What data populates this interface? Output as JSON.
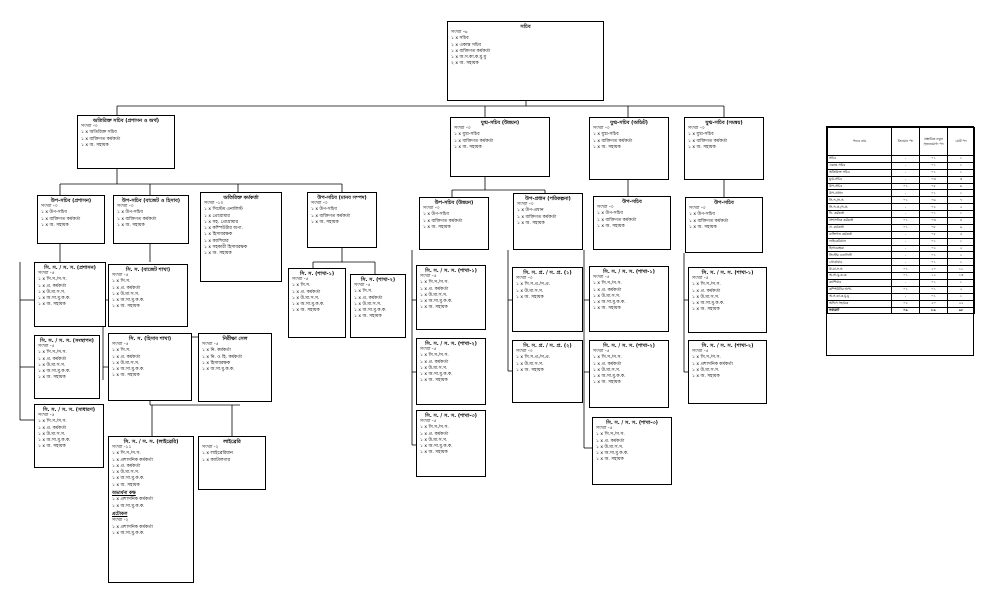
{
  "boxes": {
    "secretary": {
      "title": "সচিব",
      "lines": [
        "সংখ্যা -৬",
        "১ x সচিব",
        "১ x একান্ত সচিব",
        "১ x ব্যক্তিগত কর্মকর্তা",
        "১ x অ.স.কা.ক.মু.মু",
        "২ x অ. সহায়ক"
      ]
    },
    "addl_sec": {
      "title": "অতিরিক্ত সচিব (প্রশাসন ও অর্থ)",
      "lines": [
        "সংখ্যা -৩",
        "১ x অতিরিক্ত সচিব",
        "১ x ব্যক্তিগত কর্মকর্তা",
        "১ x অ. সহায়ক"
      ]
    },
    "js1": {
      "title": "যুগ্ম-সচিব (উন্নয়ন)",
      "lines": [
        "সংখ্যা -৩",
        "১ x যুগ্ম-সচিব",
        "১ x ব্যক্তিগত কর্মকর্তা",
        "১ x অ. সহায়ক"
      ]
    },
    "js2": {
      "title": "যুগ্ম-সচিব (অডিট)",
      "lines": [
        "সংখ্যা -৩",
        "১ x যুগ্ম-সচিব",
        "১ x ব্যক্তিগত কর্মকর্তা",
        "১ x অ. সহায়ক"
      ]
    },
    "js3": {
      "title": "যুগ্ম-সচিব (সমন্বয়)",
      "lines": [
        "সংখ্যা -৩",
        "১ x যুগ্ম-সচিব",
        "১ x ব্যক্তিগত কর্মকর্তা",
        "১ x অ. সহায়ক"
      ]
    },
    "ds_admin": {
      "title": "উপ-সচিব (প্রশাসন)",
      "lines": [
        "সংখ্যা -৩",
        "১ x উপ-সচিব",
        "১ x ব্যক্তিগত কর্মকর্তা",
        "১ x অ. সহায়ক"
      ]
    },
    "ds_budget": {
      "title": "উপ-সচিব (বাজেট ও হিসাব)",
      "lines": [
        "সংখ্যা -৩",
        "১ x উপ-সচিব",
        "১ x ব্যক্তিগত কর্মকর্তা",
        "১ x অ. সহায়ক"
      ]
    },
    "addl_officer": {
      "title": "অতিরিক্ত কর্মকর্তা",
      "lines": [
        "সংখ্যা -১০",
        "১ x সিস্টেম এনালিস্ট",
        "১ x প্রোগ্রামার",
        "১ x সহ. প্রোগ্রামার",
        "১ x কম্পিউটার অপা.",
        "১ x হিসাবরক্ষক",
        "১ x ক্যাশিয়ার",
        "১ x সহকারী হিসাবরক্ষক",
        "১ x অ. সহায়ক"
      ]
    },
    "ds_hr": {
      "title": "উপ-সচিব (মানব সম্পদ)",
      "lines": [
        "সংখ্যা -৩",
        "১ x উপ-সচিব",
        "১ x ব্যক্তিগত কর্মকর্তা",
        "১ x অ. সহায়ক"
      ]
    },
    "ds_dev1": {
      "title": "উপ-সচিব (উন্নয়ন)",
      "lines": [
        "সংখ্যা -৩",
        "১ x উপ-সচিব",
        "১ x ব্যক্তিগত কর্মকর্তা",
        "১ x অ. সহায়ক"
      ]
    },
    "ds_plan": {
      "title": "উপ-প্রধান (পরিকল্পনা)",
      "lines": [
        "সংখ্যা -৩",
        "১ x উপ-প্রধান",
        "১ x ব্যক্তিগত কর্মকর্তা",
        "১ x অ. সহায়ক"
      ]
    },
    "ds_audit": {
      "title": "উপ-সচিব",
      "lines": [
        "সংখ্যা -৩",
        "১ x উপ-সচিব",
        "১ x ব্যক্তিগত কর্মকর্তা",
        "১ x অ. সহায়ক"
      ]
    },
    "ds_coord": {
      "title": "উপ-সচিব",
      "lines": [
        "সংখ্যা -৩",
        "১ x উপ-সচিব",
        "১ x ব্যক্তিগত কর্মকর্তা",
        "১ x অ. সহায়ক"
      ]
    },
    "sa_admin": {
      "title": "সি. স. / স. স. (প্রশাসন)",
      "lines": [
        "সংখ্যা -৫",
        "১ x সি.স./স.স.",
        "১ x প্র. কর্মকর্তা",
        "১ x উ.মা.স.স.",
        "১ x অ.সা.মু.ক.ক.",
        "১ x অ. সহায়ক"
      ]
    },
    "sa_budget": {
      "title": "সি. স. (বাজেট শাখা)",
      "lines": [
        "সংখ্যা -৫",
        "১ x সি.স.",
        "১ x প্র. কর্মকর্তা",
        "১ x উ.মা.স.স.",
        "১ x অ.সা.মু.ক.ক.",
        "১ x অ. সহায়ক"
      ]
    },
    "sa_hr1": {
      "title": "সি. স. (শাখা-১)",
      "lines": [
        "সংখ্যা -৫",
        "১ x সি.স.",
        "১ x প্র. কর্মকর্তা",
        "১ x উ.মা.স.স.",
        "১ x অ.সা.মু.ক.ক.",
        "১ x অ. সহায়ক"
      ]
    },
    "sa_hr2": {
      "title": "সি. স. (শাখা-২)",
      "lines": [
        "সংখ্যা -৫",
        "১ x সি.স.",
        "১ x প্র. কর্মকর্তা",
        "১ x উ.মা.স.স.",
        "১ x অ.সা.মু.ক.ক.",
        "১ x অ. সহায়ক"
      ]
    },
    "sa_est": {
      "title": "সি. স. / স. স. (সংস্থাপন)",
      "lines": [
        "সংখ্যা -৫",
        "১ x সি.স./স.স.",
        "১ x প্র. কর্মকর্তা",
        "১ x উ.মা.স.স.",
        "১ x অ.সা.মু.ক.ক.",
        "১ x অ. সহায়ক"
      ]
    },
    "sa_acc": {
      "title": "সি. স. (হিসাব শাখা)",
      "lines": [
        "সংখ্যা -৫",
        "১ x সি.স.",
        "১ x প্র. কর্মকর্তা",
        "১ x উ.মা.স.স.",
        "১ x অ.সা.মু.ক.ক.",
        "১ x অ. সহায়ক"
      ]
    },
    "audit_cell": {
      "title": "নিরীক্ষা সেল",
      "lines": [
        "সংখ্যা -৫",
        "১ x নি. কর্মকর্তা",
        "১ x নি. ও হি. কর্মকর্তা",
        "১ x হিসাবরক্ষক",
        "১ x অ.সা.মু.ক.ক."
      ]
    },
    "sa_gen": {
      "title": "সি. স. / স. স. (সাধারণ)",
      "lines": [
        "সংখ্যা -৫",
        "১ x সি.স./স.স.",
        "১ x প্র. কর্মকর্তা",
        "১ x উ.মা.স.স.",
        "১ x অ.সা.মু.ক.ক.",
        "১ x অ. সহায়ক"
      ]
    },
    "sa_library": {
      "title": "সি. স. / স. স. (লাইব্রেরি)",
      "lines": [
        "সংখ্যা -১১",
        "১ x সি.স./স.স.",
        "১ x প্রশাসনিক কর্মকর্তা",
        "১ x প্র. কর্মকর্তা",
        "১ x উ.মা.স.স.",
        "১ x অ.সা.মু.ক.ক.",
        "১ x অ. সহায়ক"
      ],
      "subs": [
        {
          "title": "অভ্যর্থনা কক্ষ",
          "lines": [
            "১ x প্রশাসনিক কর্মকর্তা",
            "১ x অ.সা.মু.ক.ক."
          ]
        },
        {
          "title": "প্রটোকল",
          "lines": [
            "সংখ্যা -২",
            "১ x প্রশাসনিক কর্মকর্তা",
            "১ x অ.সা.মু.ক.ক."
          ]
        }
      ]
    },
    "library": {
      "title": "লাইব্রেরি",
      "lines": [
        "সংখ্যা -২",
        "১ x লাইব্রেরিয়ান",
        "১ x ক্যাটালগার"
      ]
    },
    "dev_sa1": {
      "title": "সি. স. / স. স. (শাখা-১)",
      "lines": [
        "সংখ্যা -৫",
        "১ x সি.স./স.স.",
        "১ x প্র. কর্মকর্তা",
        "১ x উ.মা.স.স.",
        "১ x অ.সা.মু.ক.ক.",
        "১ x অ. সহায়ক"
      ]
    },
    "dev_sa2": {
      "title": "সি. স. / স. স. (শাখা-২)",
      "lines": [
        "সংখ্যা -৫",
        "১ x সি.স./স.স.",
        "১ x প্র. কর্মকর্তা",
        "১ x উ.মা.স.স.",
        "১ x অ.সা.মু.ক.ক.",
        "১ x অ. সহায়ক"
      ]
    },
    "dev_sa3": {
      "title": "সি. স. / স. স. (শাখা-৩)",
      "lines": [
        "সংখ্যা -৫",
        "১ x সি.স./স.স.",
        "১ x প্র. কর্মকর্তা",
        "১ x উ.মা.স.স.",
        "১ x অ.সা.মু.ক.ক.",
        "১ x অ. সহায়ক"
      ]
    },
    "plan_sa1": {
      "title": "সি. স. প্র. / স. প্র. (১)",
      "lines": [
        "সংখ্যা -৩",
        "১ x সি.স.প্র./স.প্র.",
        "১ x উ.মা.স.স.",
        "১ x অ. সহায়ক"
      ]
    },
    "plan_sa2": {
      "title": "সি. স. প্র. / স. প্র. (২)",
      "lines": [
        "সংখ্যা -৩",
        "১ x সি.স.প্র./স.প্র.",
        "১ x উ.মা.স.স.",
        "১ x অ. সহায়ক"
      ]
    },
    "aud_sa1": {
      "title": "সি. স. / স. স. (শাখা-১)",
      "lines": [
        "সংখ্যা -৫",
        "১ x সি.স./স.স.",
        "১ x প্র. কর্মকর্তা",
        "১ x উ.মা.স.স.",
        "১ x অ.সা.মু.ক.ক.",
        "১ x অ. সহায়ক"
      ]
    },
    "aud_sa2": {
      "title": "সি. স. / স. স. (শাখা-২)",
      "lines": [
        "সংখ্যা -৫",
        "১ x সি.স./স.স.",
        "১ x প্র. কর্মকর্তা",
        "১ x উ.মা.স.স.",
        "১ x অ.সা.মু.ক.ক.",
        "১ x অ. সহায়ক"
      ]
    },
    "aud_sa3": {
      "title": "সি. স. / স. স. (শাখা-৩)",
      "lines": [
        "সংখ্যা -৫",
        "১ x সি.স./স.স.",
        "১ x প্র. কর্মকর্তা",
        "১ x উ.মা.স.স.",
        "১ x অ.সা.মু.ক.ক.",
        "১ x অ. সহায়ক"
      ]
    },
    "co_sa1": {
      "title": "সি. স. / স. স. (শাখা-১)",
      "lines": [
        "সংখ্যা -৫",
        "১ x সি.স./স.স.",
        "১ x প্র. কর্মকর্তা",
        "১ x উ.মা.স.স.",
        "১ x অ.সা.মু.ক.ক.",
        "১ x অ. সহায়ক"
      ]
    },
    "co_sa2": {
      "title": "সি. স. / স. স. (শাখা-২)",
      "lines": [
        "সংখ্যা -৫",
        "১ x সি.স./স.স.",
        "১ x প্রশাসনিক কর্মকর্তা",
        "১ x উ.মা.স.স.",
        "১ x অ. সহায়ক"
      ]
    }
  },
  "legend": {
    "headers": [
      "পদের নাম",
      "বিদ্যমান পদ",
      "প্রস্তাবিত নতুন সৃজনযোগ্য পদ",
      "মোট পদ"
    ],
    "rows": [
      [
        "সচিব",
        "-",
        "০১",
        "১"
      ],
      [
        "একান্ত সচিব",
        "-",
        "০১",
        "১"
      ],
      [
        "অতিরিক্ত সচিব",
        "-",
        "০১",
        "১"
      ],
      [
        "যুগ্ম-সচিব",
        "-",
        "০৩",
        "৩"
      ],
      [
        "উপ-সচিব",
        "০১",
        "০৫",
        "৬"
      ],
      [
        "উপ-প্রধান",
        "-",
        "০১",
        "১"
      ],
      [
        "সি.স./স.স.",
        "০১",
        "০৬",
        "৭"
      ],
      [
        "সি.স.প্র./স.প্র.",
        "-",
        "০২",
        "২"
      ],
      [
        "নি. কর্মকর্তা",
        "-",
        "০১",
        "১"
      ],
      [
        "প্রশাসনিক কর্মকর্তা",
        "০১",
        "০৩",
        "৪"
      ],
      [
        "প্র. কর্মকর্তা",
        "০১",
        "০৮",
        "৯"
      ],
      [
        "ব্যক্তিগত কর্মকর্তা",
        "-",
        "০৫",
        "৫"
      ],
      [
        "লাইব্রেরিয়ান",
        "-",
        "০১",
        "১"
      ],
      [
        "হিসাবরক্ষক",
        "-",
        "০২",
        "২"
      ],
      [
        "সিস্টেম এনালিস্ট",
        "-",
        "০১",
        "১"
      ],
      [
        "প্রোগ্রামার",
        "-",
        "০১",
        "১"
      ],
      [
        "উ.মা.স.স.",
        "০১",
        "১০",
        "১১"
      ],
      [
        "অ.সা.মু.ক.ক.",
        "০১",
        "১২",
        "১৩"
      ],
      [
        "ক্যাশিয়ার",
        "-",
        "০১",
        "১"
      ],
      [
        "কম্পিউটার অপা.",
        "০১",
        "০১",
        "২"
      ],
      [
        "অ.স.কা.ক.মু.মু",
        "-",
        "০১",
        "১"
      ],
      [
        "অফিস সহায়ক",
        "০২",
        "২০",
        "২২"
      ],
      [
        "ক্যাটালগার",
        "-",
        "০১",
        "১"
      ],
      [
        "মোট",
        "০৯",
        "৮৯",
        "৯৮"
      ]
    ],
    "total": [
      "সর্বমোট",
      "০৯",
      "৮৯",
      "৯৮"
    ]
  }
}
